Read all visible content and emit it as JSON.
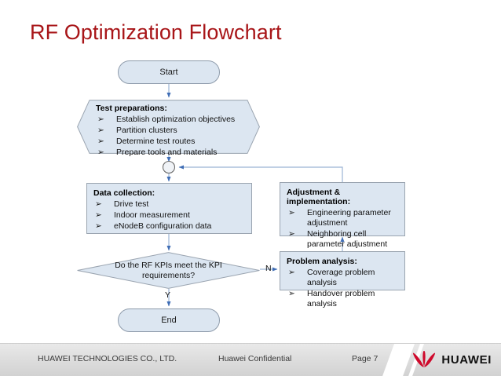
{
  "slide": {
    "title": "RF Optimization Flowchart",
    "title_color": "#A81518",
    "background": "#FFFFFF",
    "node_fill": "#DCE6F1",
    "connector_color": "#3F6DB5"
  },
  "flowchart": {
    "bullet_glyph": "➢",
    "start": {
      "label": "Start"
    },
    "test_preparations": {
      "header": "Test preparations:",
      "items": [
        "Establish optimization objectives",
        "Partition clusters",
        "Determine test routes",
        "Prepare tools and materials"
      ]
    },
    "merge_point": {
      "label": ""
    },
    "data_collection": {
      "header": "Data collection:",
      "items": [
        "Drive test",
        "Indoor measurement",
        "eNodeB configuration data"
      ]
    },
    "adjustment": {
      "header": "Adjustment & implementation:",
      "items": [
        "Engineering parameter adjustment",
        "Neighboring cell parameter adjustment"
      ]
    },
    "decision": {
      "line1": "Do the RF KPIs meet the KPI",
      "line2": "requirements?",
      "yes_label": "Y",
      "no_label": "N"
    },
    "problem_analysis": {
      "header": "Problem analysis:",
      "items": [
        "Coverage problem analysis",
        "Handover problem analysis"
      ]
    },
    "end": {
      "label": "End"
    }
  },
  "footer": {
    "company": "HUAWEI TECHNOLOGIES CO., LTD.",
    "confidential": "Huawei Confidential",
    "page": "Page 7",
    "logo_text": "HUAWEI",
    "logo_color": "#CF0A2C"
  }
}
